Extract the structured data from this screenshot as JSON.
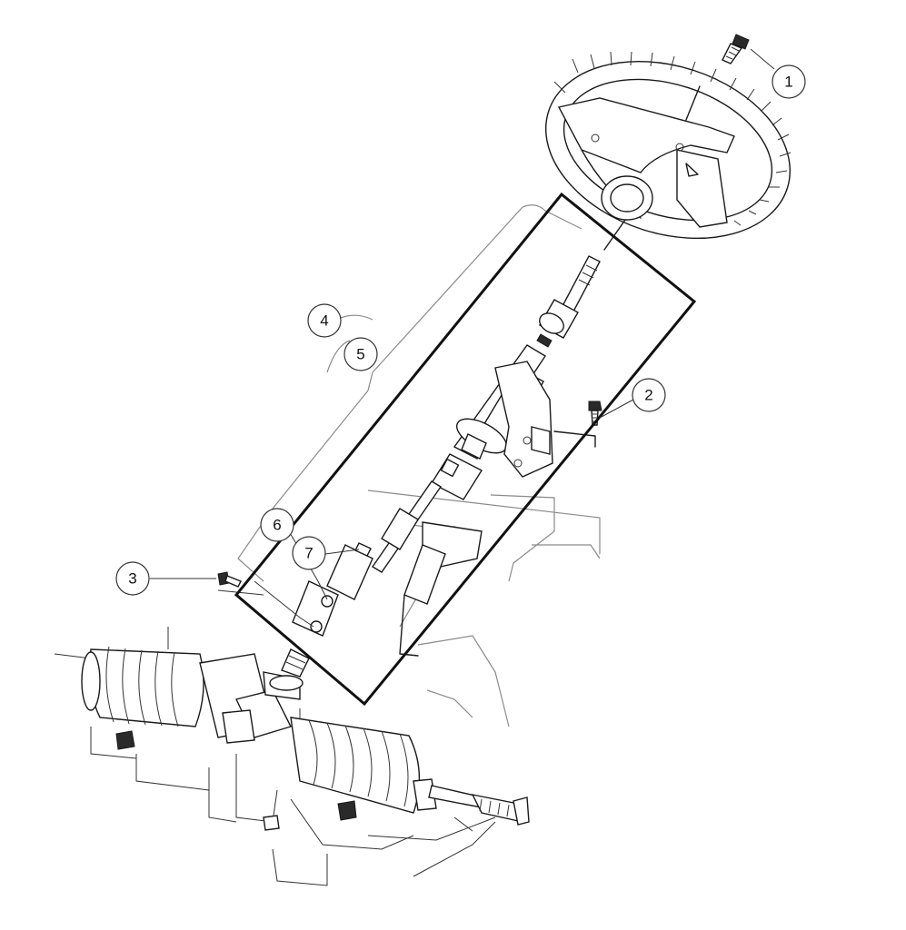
{
  "callouts": [
    {
      "id": "1",
      "label": "1"
    },
    {
      "id": "2",
      "label": "2"
    },
    {
      "id": "3",
      "label": "3"
    },
    {
      "id": "4",
      "label": "4"
    },
    {
      "id": "5",
      "label": "5"
    },
    {
      "id": "6",
      "label": "6"
    },
    {
      "id": "7",
      "label": "7"
    }
  ],
  "colors": {
    "line": "#1a1a1a",
    "background": "#ffffff",
    "faint": "#8a8a8a"
  }
}
